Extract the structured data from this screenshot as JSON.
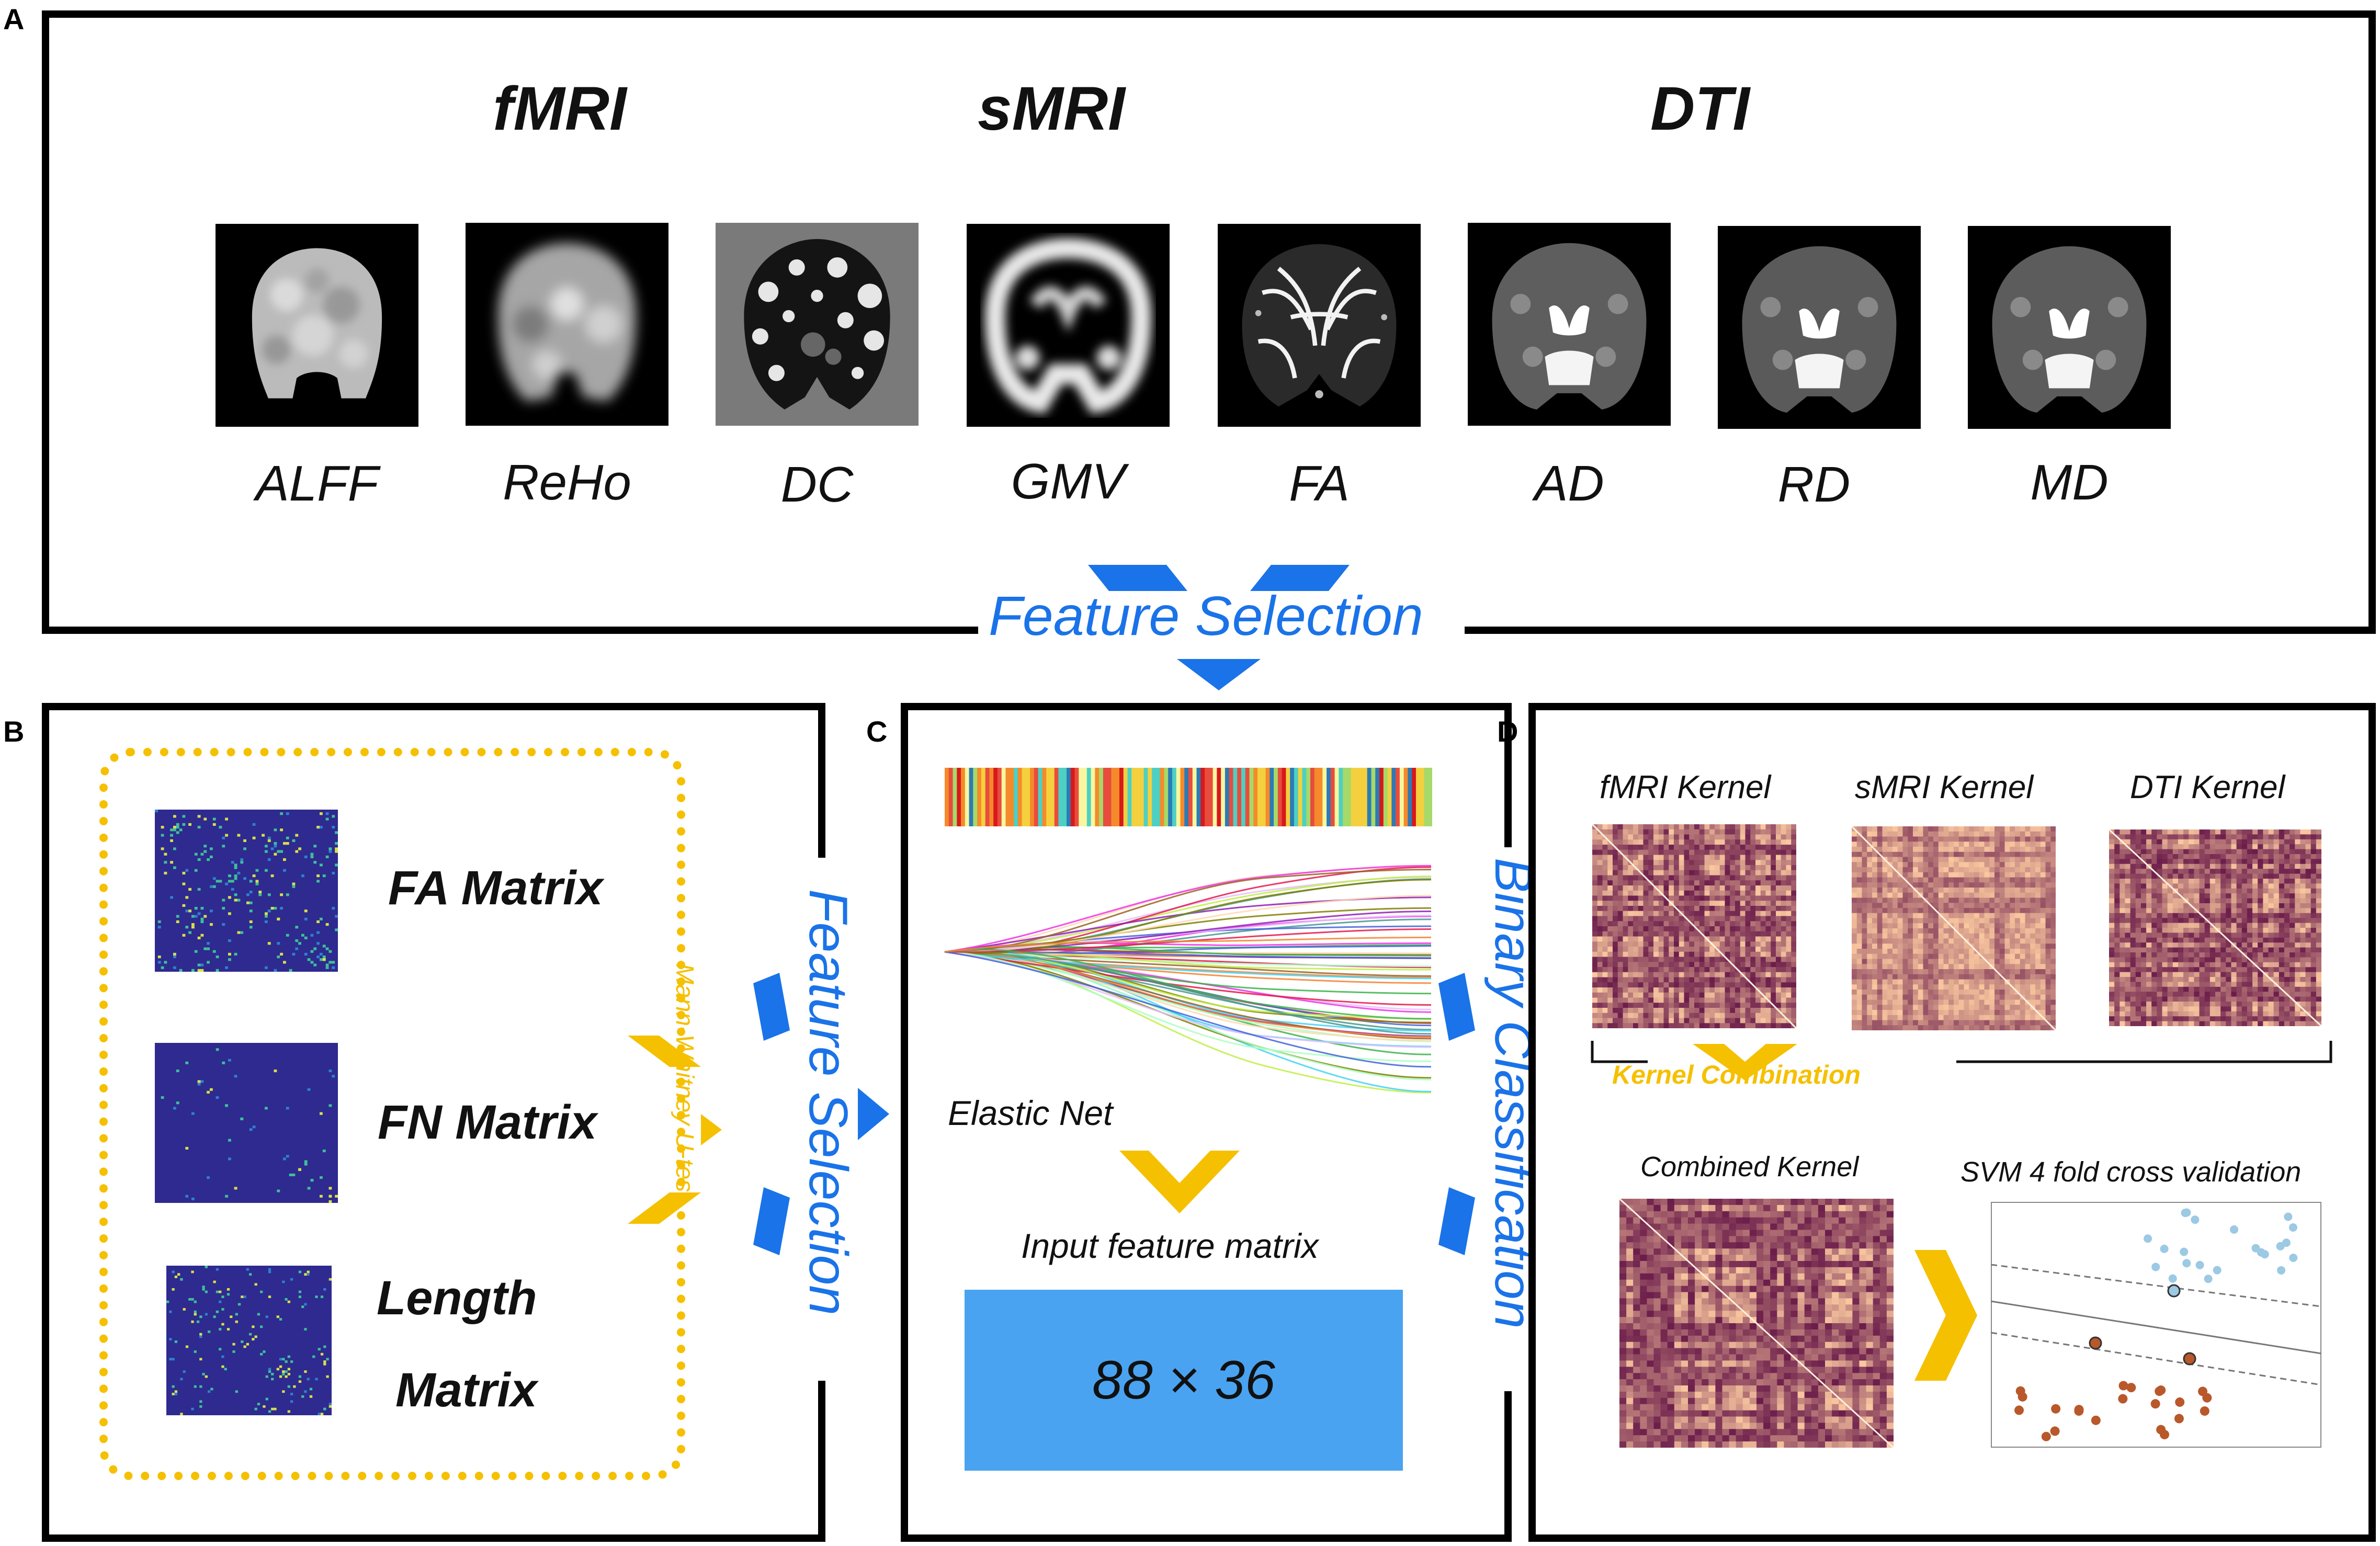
{
  "panel_labels": {
    "a": "A",
    "b": "B",
    "c": "C",
    "d": "D"
  },
  "modalities": {
    "fmri": "fMRI",
    "smri": "sMRI",
    "dti": "DTI"
  },
  "brain_maps": [
    {
      "label": "ALFF",
      "icon": "alff-brain-map"
    },
    {
      "label": "ReHo",
      "icon": "reho-brain-map"
    },
    {
      "label": "DC",
      "icon": "dc-brain-map"
    },
    {
      "label": "GMV",
      "icon": "gmv-brain-map"
    },
    {
      "label": "FA",
      "icon": "fa-brain-map"
    },
    {
      "label": "AD",
      "icon": "ad-brain-map"
    },
    {
      "label": "RD",
      "icon": "rd-brain-map"
    },
    {
      "label": "MD",
      "icon": "md-brain-map"
    }
  ],
  "feature_selection_top": "Feature Selection",
  "panel_b": {
    "matrices": {
      "fa": "FA Matrix",
      "fn": "FN Matrix",
      "length_1": "Length",
      "length_2": "Matrix"
    },
    "test": "Mann-Whitney U-test"
  },
  "feature_selection_side": "Feature Selection",
  "panel_c": {
    "elastic_net": "Elastic Net",
    "input_matrix_label": "Input feature matrix",
    "matrix_size": "88 × 36"
  },
  "binary_classification": "Binary Classification",
  "panel_d": {
    "kernels": {
      "fmri": "fMRI Kernel",
      "smri": "sMRI Kernel",
      "dti": "DTI Kernel"
    },
    "kernel_combination": "Kernel Combination",
    "combined_kernel": "Combined Kernel",
    "svm_label": "SVM  4  fold cross validation"
  },
  "colors": {
    "blue": "#1a73e8",
    "yellow": "#f5c000",
    "box_blue": "#4aa3f0"
  }
}
